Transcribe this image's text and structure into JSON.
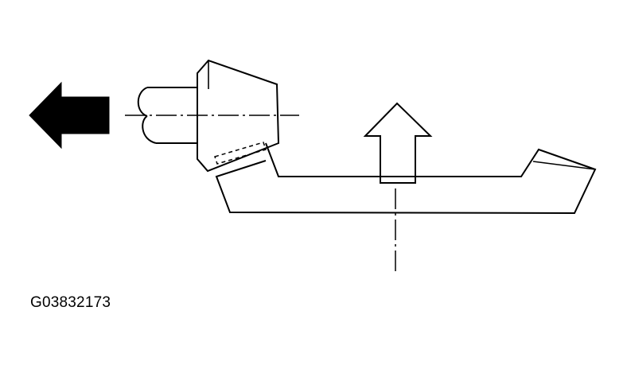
{
  "figure": {
    "id_label": "G03832173"
  },
  "colors": {
    "line": "#000000",
    "background": "#ffffff"
  },
  "icons": {
    "movement_arrow": "solid-left-arrow",
    "adjust_arrow": "hollow-up-arrow"
  }
}
